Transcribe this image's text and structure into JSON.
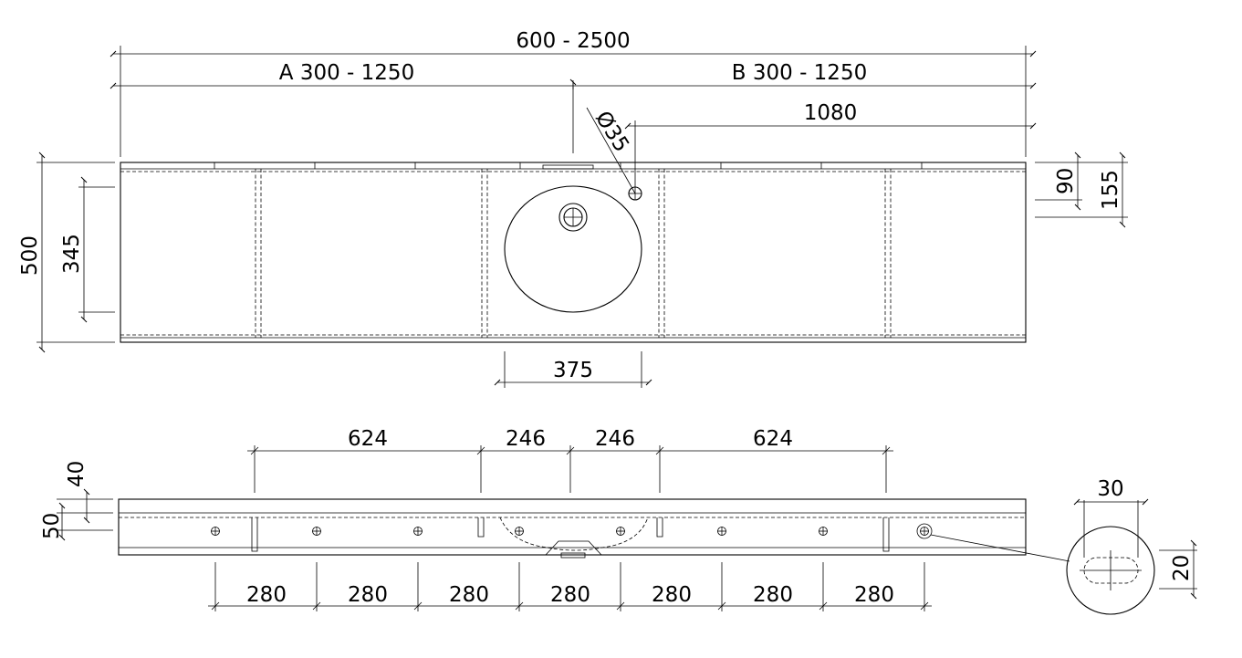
{
  "top_view": {
    "overall_width": "600 - 2500",
    "section_a": "A 300 - 1250",
    "section_b": "B 300 - 1250",
    "hole_diameter": "Ø35",
    "hole_offset": "1080",
    "dim_90": "90",
    "dim_155": "155",
    "depth": "500",
    "inner_depth": "345",
    "bowl_diameter": "375"
  },
  "front_view": {
    "spacing_outer_left": "624",
    "spacing_inner_left": "246",
    "spacing_inner_right": "246",
    "spacing_outer_right": "624",
    "dim_40": "40",
    "dim_50": "50",
    "bottom_spacings": [
      "280",
      "280",
      "280",
      "280",
      "280",
      "280",
      "280"
    ]
  },
  "detail_view": {
    "slot_length": "30",
    "slot_width": "20"
  }
}
